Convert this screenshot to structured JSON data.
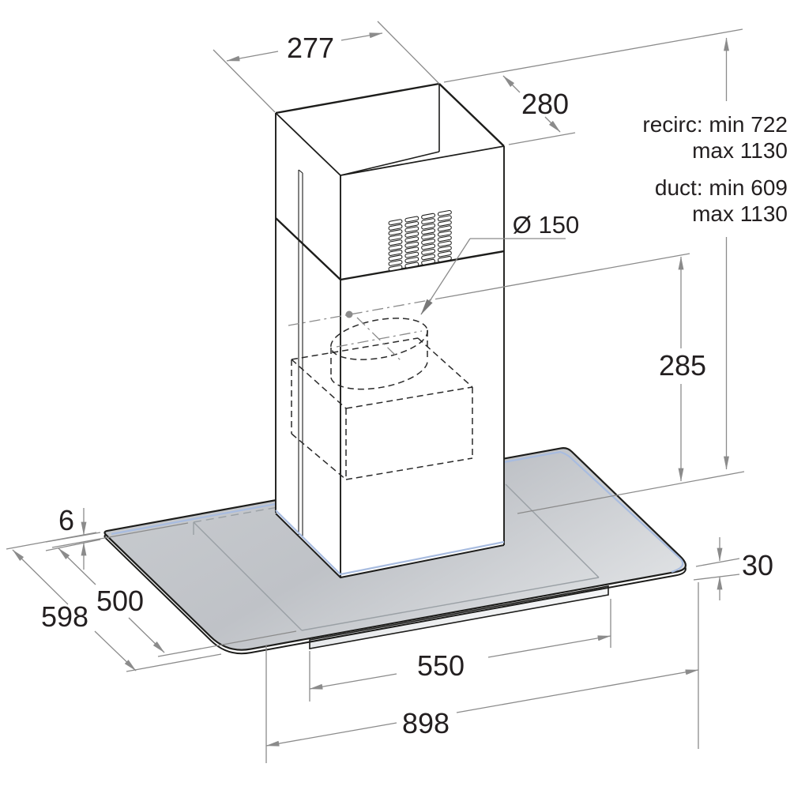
{
  "drawing": {
    "kind": "chimney cooker hood installation dimension diagram",
    "dimensions": {
      "chimney_top_width": "277",
      "chimney_top_depth": "280",
      "duct_diameter": "Ø 150",
      "chimney_lower_height": "285",
      "glass_thickness": "6",
      "body_depth": "500",
      "glass_depth": "598",
      "body_height": "30",
      "body_width": "550",
      "glass_width": "898"
    },
    "height_notes": {
      "recirc_min": "recirc: min 722",
      "recirc_max": "max 1130",
      "duct_min": "duct: min 609",
      "duct_max": "max 1130"
    },
    "colors": {
      "object_line": "#1d1d1b",
      "dimension_line": "#8b8b8b",
      "glass_edge_highlight": "#a8bce0",
      "glass_fill_dark": "#c2c5c9",
      "glass_fill_light": "#e4e6e8"
    }
  }
}
